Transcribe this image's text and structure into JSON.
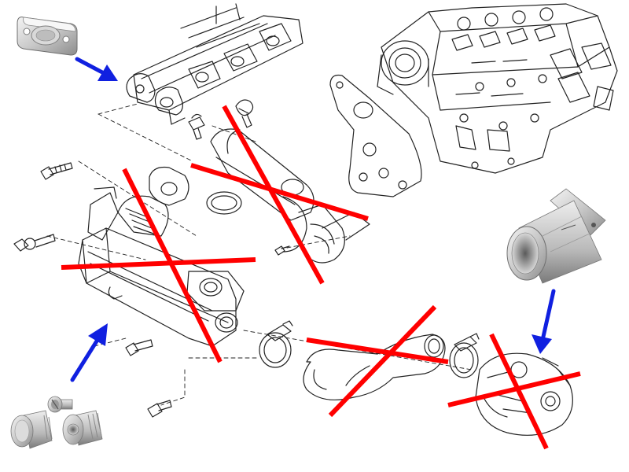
{
  "diagram": {
    "colors": {
      "line_art": "#222222",
      "removed_cross": "#ff0000",
      "pointer_arrow": "#1020e0",
      "aluminum_light": "#e6e6e6",
      "aluminum_dark": "#8c8c8c"
    },
    "removed_components": [
      "egr-cooler",
      "egr-pipe",
      "egr-hose",
      "egr-valve"
    ],
    "replacement_parts": [
      "blanking-plate",
      "blanking-plugs",
      "egr-delete-pipe"
    ]
  }
}
